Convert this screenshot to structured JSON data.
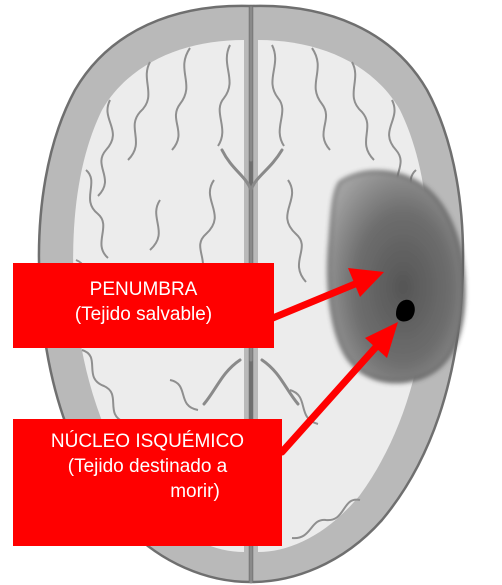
{
  "labels": {
    "penumbra": {
      "title": "PENUMBRA",
      "subtitle": "(Tejido salvable)"
    },
    "nucleo": {
      "title": "NÚCLEO ISQUÉMICO",
      "line2": "(Tejido destinado a",
      "line3": "morir)"
    }
  },
  "colors": {
    "label_background": "#ff0000",
    "arrow": "#ff0000",
    "cortex": "#bdbdbd",
    "white_matter": "#efefef",
    "infarct_dark": "#444444",
    "core": "#000000"
  }
}
